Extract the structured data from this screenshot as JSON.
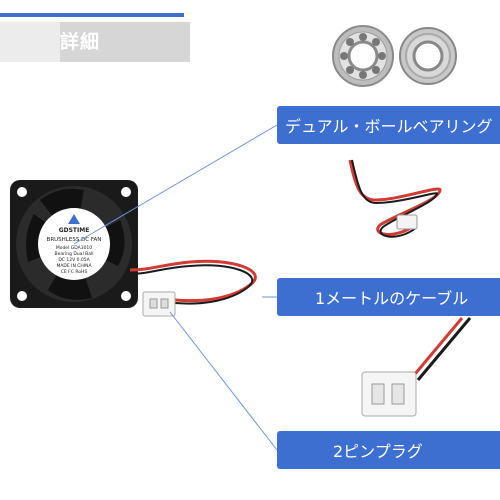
{
  "section_title": "詳細",
  "callouts": {
    "bearing": "デュアル・ボールベアリング",
    "cable": "1メートルのケーブル",
    "connector": "2ピンプラグ"
  },
  "fan_label": {
    "brand": "GDSTIME",
    "line1": "BRUSHLESS DC FAN",
    "line2": "Model GDA3010",
    "line3": "Bearing Dual Ball",
    "line4": "DC 12V 0.05A",
    "line5": "MADE IN CHINA",
    "line6": "CE FC RoHS"
  },
  "colors": {
    "accent": "#3d6fd0",
    "title_bar": "#d6d6d6",
    "wire_red": "#d23a35",
    "wire_black": "#1b1b1b",
    "fan_body": "#1a1a1a"
  },
  "icons": [
    "ball-bearing-icon",
    "fan-icon",
    "connector-icon"
  ]
}
